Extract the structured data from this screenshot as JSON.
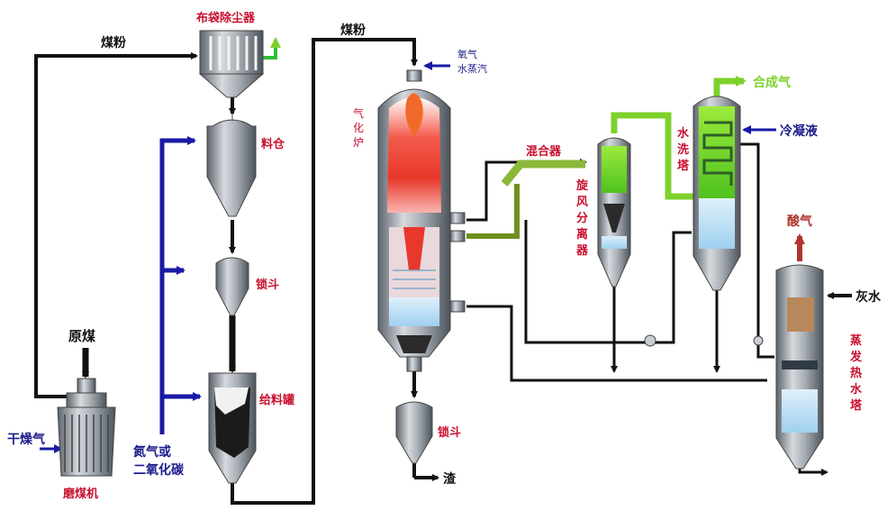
{
  "colors": {
    "label_red": "#c8102e",
    "label_blue": "#1c1c8c",
    "label_black": "#111111",
    "pipe_black": "#111111",
    "pipe_blue": "#1a1aa6",
    "pipe_green": "#7ed12c",
    "pipe_olive": "#6f8f1e",
    "vessel_steel": "#8e96a0",
    "flame_red": "#e8372b",
    "water_blue": "#b9dcf2"
  },
  "labels": {
    "coal_powder_left": "煤粉",
    "coal_powder_right": "煤粉",
    "bag_filter": "布袋除尘器",
    "storage_bin": "料仓",
    "lock_hopper_top": "锁斗",
    "feed_tank": "给料罐",
    "raw_coal": "原煤",
    "dry_gas": "干燥气",
    "coal_mill": "磨煤机",
    "nitrogen_co2_line1": "氮气或",
    "nitrogen_co2_line2": "二氧化碳",
    "oxygen": "氧气",
    "steam": "水蒸汽",
    "gasifier_1": "气",
    "gasifier_2": "化",
    "gasifier_3": "炉",
    "mixer": "混合器",
    "cyclone_1": "旋",
    "cyclone_2": "风",
    "cyclone_3": "分",
    "cyclone_4": "离",
    "cyclone_5": "器",
    "wash_tower_1": "水",
    "wash_tower_2": "洗",
    "wash_tower_3": "塔",
    "syngas": "合成气",
    "condensate": "冷凝液",
    "acid_gas": "酸气",
    "grey_water": "灰水",
    "evap_1": "蒸",
    "evap_2": "发",
    "evap_3": "热",
    "evap_4": "水",
    "evap_5": "塔",
    "lock_hopper_bottom": "锁斗",
    "slag": "渣"
  }
}
